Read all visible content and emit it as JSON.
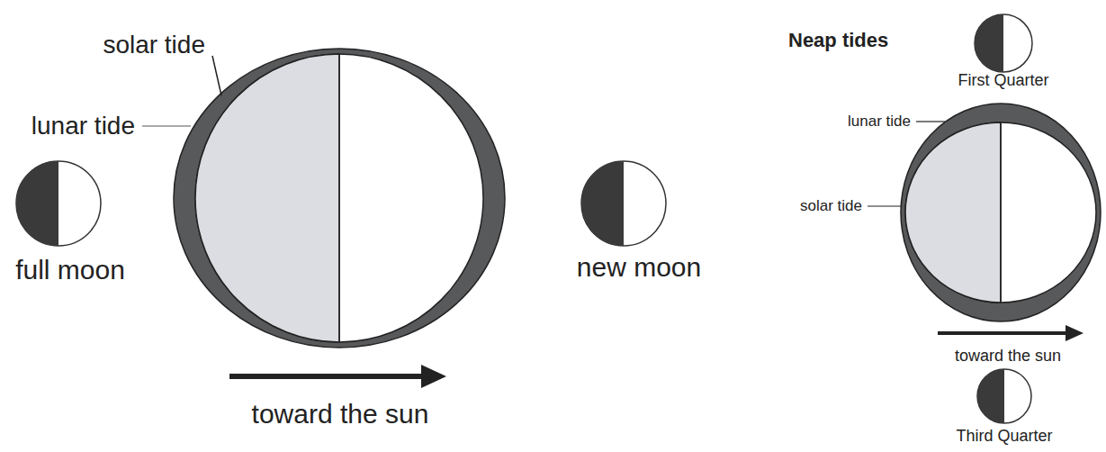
{
  "diagram": {
    "title": "Neap tides",
    "labels": [
      "solar tide",
      "lunar tide",
      "full moon",
      "new moon",
      "toward the sun",
      "First Quarter",
      "lunar tide",
      "solar tide",
      "toward the sun",
      "Third Quarter"
    ]
  }
}
